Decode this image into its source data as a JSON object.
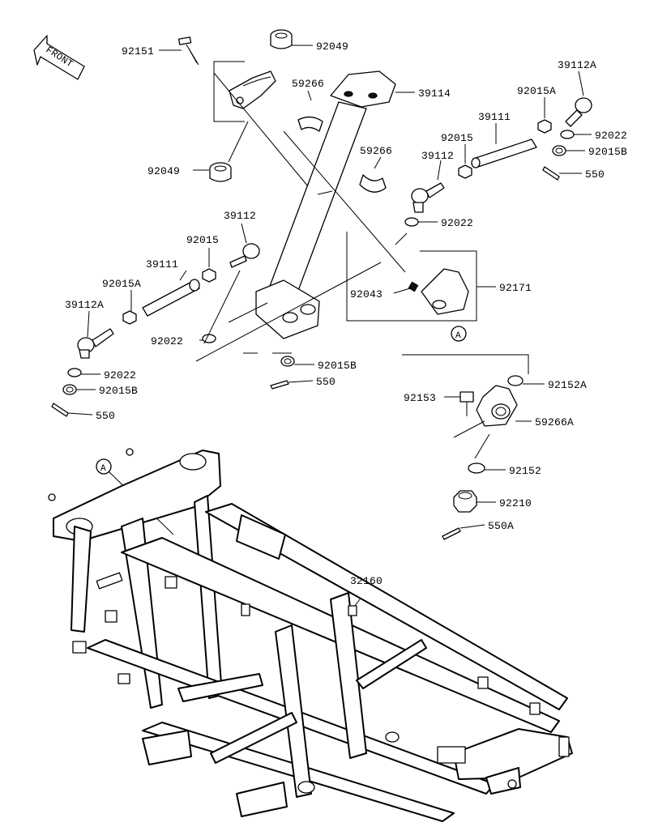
{
  "front_label": "FRONT",
  "ref_marker": "A",
  "callouts": {
    "p92151": "92151",
    "p92049_top": "92049",
    "p92049_left": "92049",
    "p59266_a": "59266",
    "p59266_b": "59266",
    "p39114": "39114",
    "p39112A_r": "39112A",
    "p92015A_r": "92015A",
    "p39111_r": "39111",
    "p92015_r": "92015",
    "p92022_r1": "92022",
    "p92015B_r": "92015B",
    "p550_r": "550",
    "p39112_r": "39112",
    "p92022_r2": "92022",
    "p39112_l": "39112",
    "p92015_l": "92015",
    "p39111_l": "39111",
    "p92015A_l": "92015A",
    "p39112A_l": "39112A",
    "p92022_l1": "92022",
    "p92022_l2": "92022",
    "p92015B_l": "92015B",
    "p550_l": "550",
    "p92043": "92043",
    "p92171": "92171",
    "p92015B_c": "92015B",
    "p550_c": "550",
    "p92153": "92153",
    "p92152A": "92152A",
    "p59266A": "59266A",
    "p92152": "92152",
    "p92210": "92210",
    "p550A": "550A",
    "p32160": "32160"
  }
}
